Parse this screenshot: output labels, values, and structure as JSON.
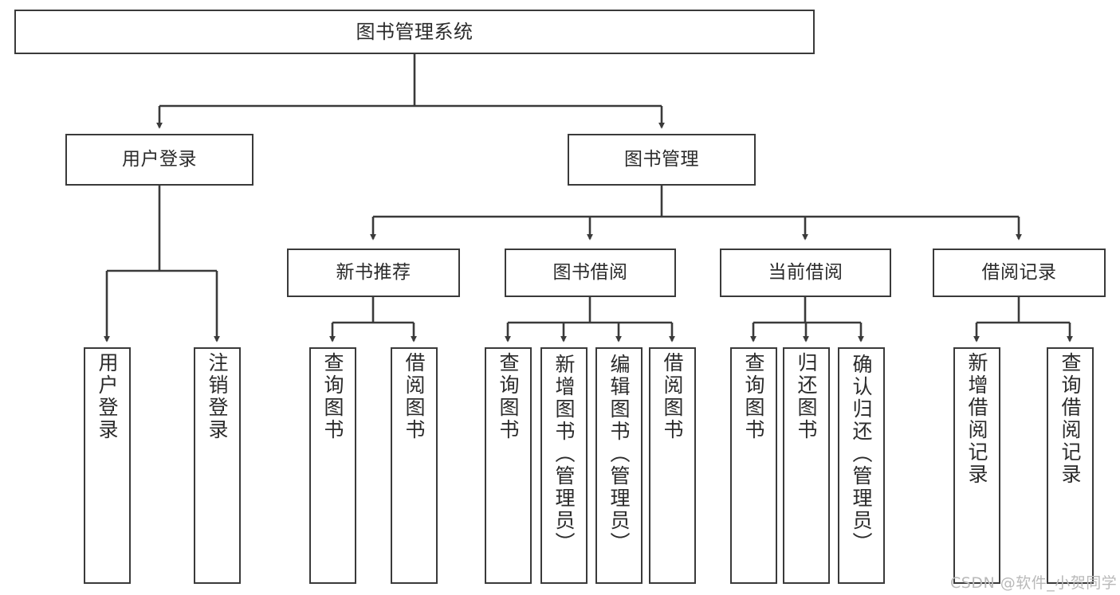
{
  "diagram": {
    "title": "图书管理系统",
    "type": "tree-hierarchy-diagram",
    "watermark": "CSDN @软件_小贺同学",
    "colors": {
      "stroke": "#3a3a3a",
      "text": "#2b2b2b",
      "background": "#ffffff",
      "watermark": "#b9b9b9"
    }
  },
  "nodes": {
    "root": {
      "label": "图书管理系统"
    },
    "level2": [
      {
        "label": "用户登录"
      },
      {
        "label": "图书管理"
      }
    ],
    "level3": [
      {
        "label": "新书推荐"
      },
      {
        "label": "图书借阅"
      },
      {
        "label": "当前借阅"
      },
      {
        "label": "借阅记录"
      }
    ],
    "leaves": {
      "user_login": [
        {
          "label": "用户登录"
        },
        {
          "label": "注销登录"
        }
      ],
      "new_book_recommend": [
        {
          "label": "查询图书"
        },
        {
          "label": "借阅图书"
        }
      ],
      "book_borrow": [
        {
          "label": "查询图书"
        },
        {
          "label": "新增图书（管理员）"
        },
        {
          "label": "编辑图书（管理员）"
        },
        {
          "label": "借阅图书"
        }
      ],
      "current_borrow": [
        {
          "label": "查询图书"
        },
        {
          "label": "归还图书"
        },
        {
          "label": "确认归还（管理员）"
        }
      ],
      "borrow_record": [
        {
          "label": "新增借阅记录"
        },
        {
          "label": "查询借阅记录"
        }
      ]
    }
  }
}
